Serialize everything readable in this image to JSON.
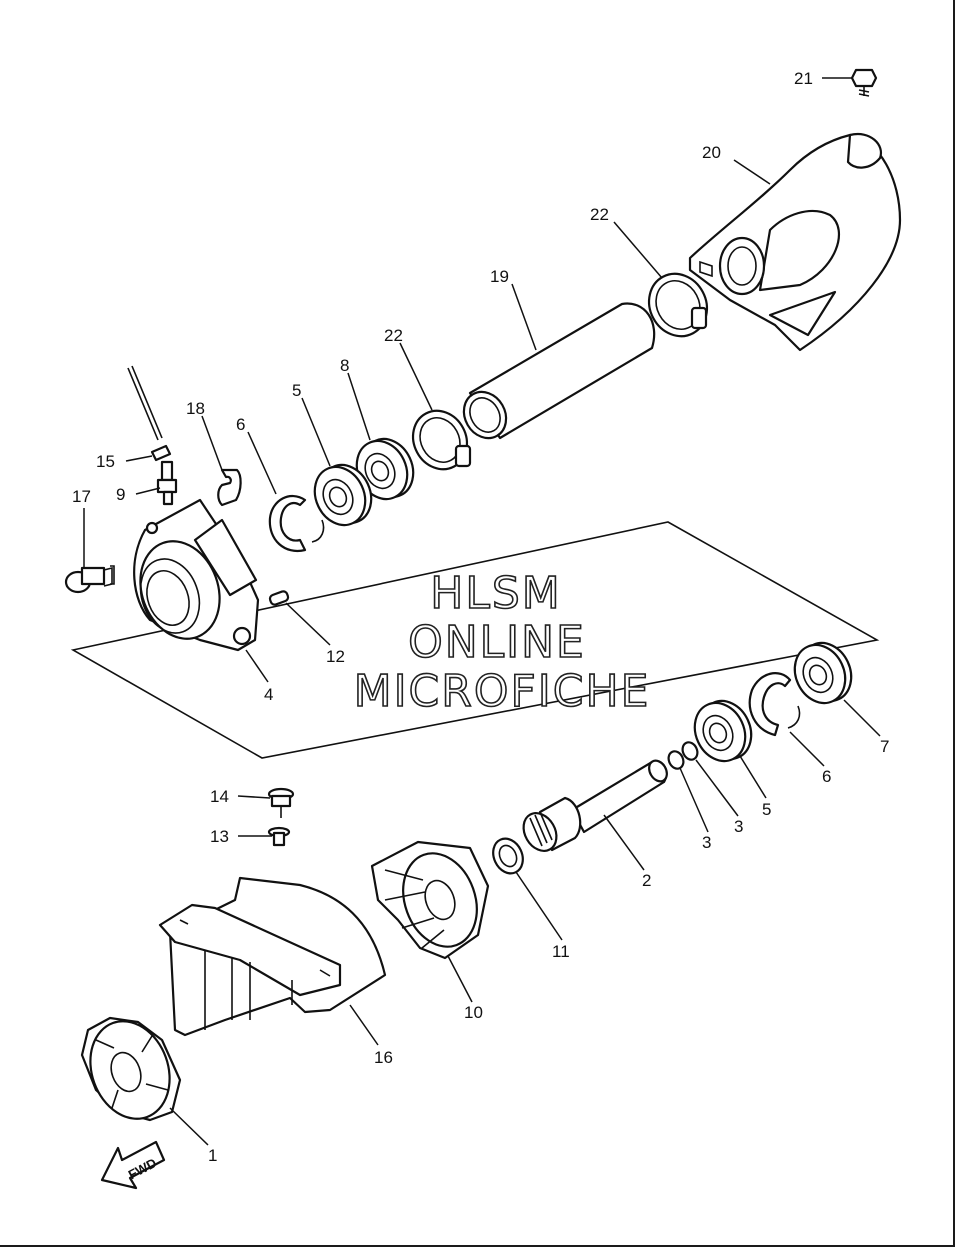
{
  "callouts": {
    "c1": "1",
    "c2": "2",
    "c3a": "3",
    "c3b": "3",
    "c4": "4",
    "c5a": "5",
    "c5b": "5",
    "c6a": "6",
    "c6b": "6",
    "c7": "7",
    "c8": "8",
    "c9": "9",
    "c10": "10",
    "c11": "11",
    "c12": "12",
    "c13": "13",
    "c14": "14",
    "c15": "15",
    "c16": "16",
    "c17": "17",
    "c18": "18",
    "c19": "19",
    "c20": "20",
    "c21": "21",
    "c22a": "22",
    "c22b": "22"
  },
  "watermark": {
    "line1": "HLSM",
    "line2": "ONLINE",
    "line3": "MICROFICHE"
  },
  "direction_arrow": {
    "label": "FWD"
  }
}
